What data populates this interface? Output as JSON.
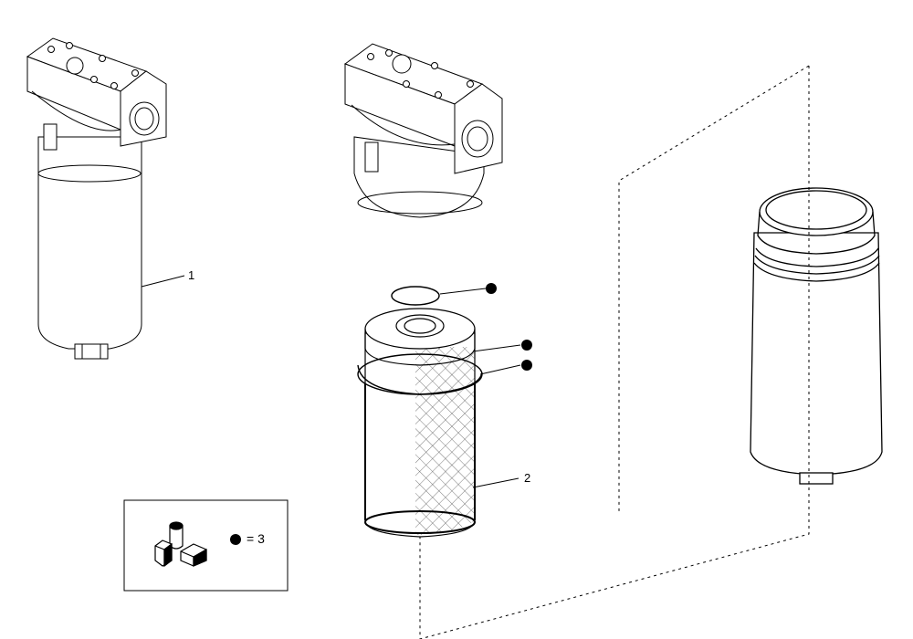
{
  "callouts": {
    "housing_assembly": "1",
    "filter_element": "2"
  },
  "legend": {
    "kit_text": "= 3",
    "kit_icon": "parts-kit-icon",
    "bullet_icon": "filled-circle-icon"
  },
  "colors": {
    "line": "#000000",
    "hatch": "#444444",
    "background": "#ffffff"
  }
}
